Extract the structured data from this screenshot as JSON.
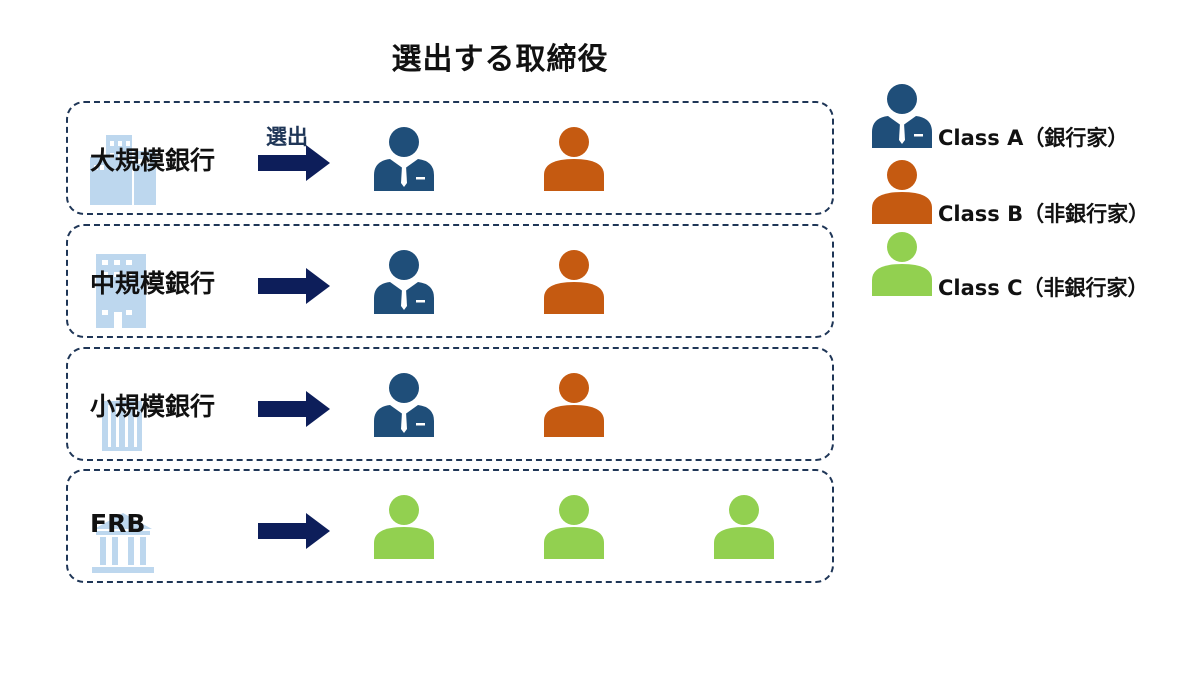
{
  "title": "選出する取締役",
  "arrow_caption": "選出",
  "colors": {
    "class_a": "#1f4e79",
    "class_b": "#c55a11",
    "class_c": "#92d050",
    "building": "#bdd7ee",
    "arrow": "#0d1e5a",
    "border": "#1f3657"
  },
  "rows": [
    {
      "label": "大規模銀行",
      "icon": "office-towers-icon",
      "directors": [
        "A",
        "B"
      ]
    },
    {
      "label": "中規模銀行",
      "icon": "office-building-icon",
      "directors": [
        "A",
        "B"
      ]
    },
    {
      "label": "小規模銀行",
      "icon": "small-building-icon",
      "directors": [
        "A",
        "B"
      ]
    },
    {
      "label": "FRB",
      "icon": "bank-icon",
      "directors": [
        "C",
        "C",
        "C"
      ]
    }
  ],
  "legend": [
    {
      "class": "A",
      "label": "Class A（銀行家）",
      "icon": "banker-person-icon"
    },
    {
      "class": "B",
      "label": "Class B（非銀行家）",
      "icon": "person-icon"
    },
    {
      "class": "C",
      "label": "Class C（非銀行家）",
      "icon": "person-icon"
    }
  ]
}
